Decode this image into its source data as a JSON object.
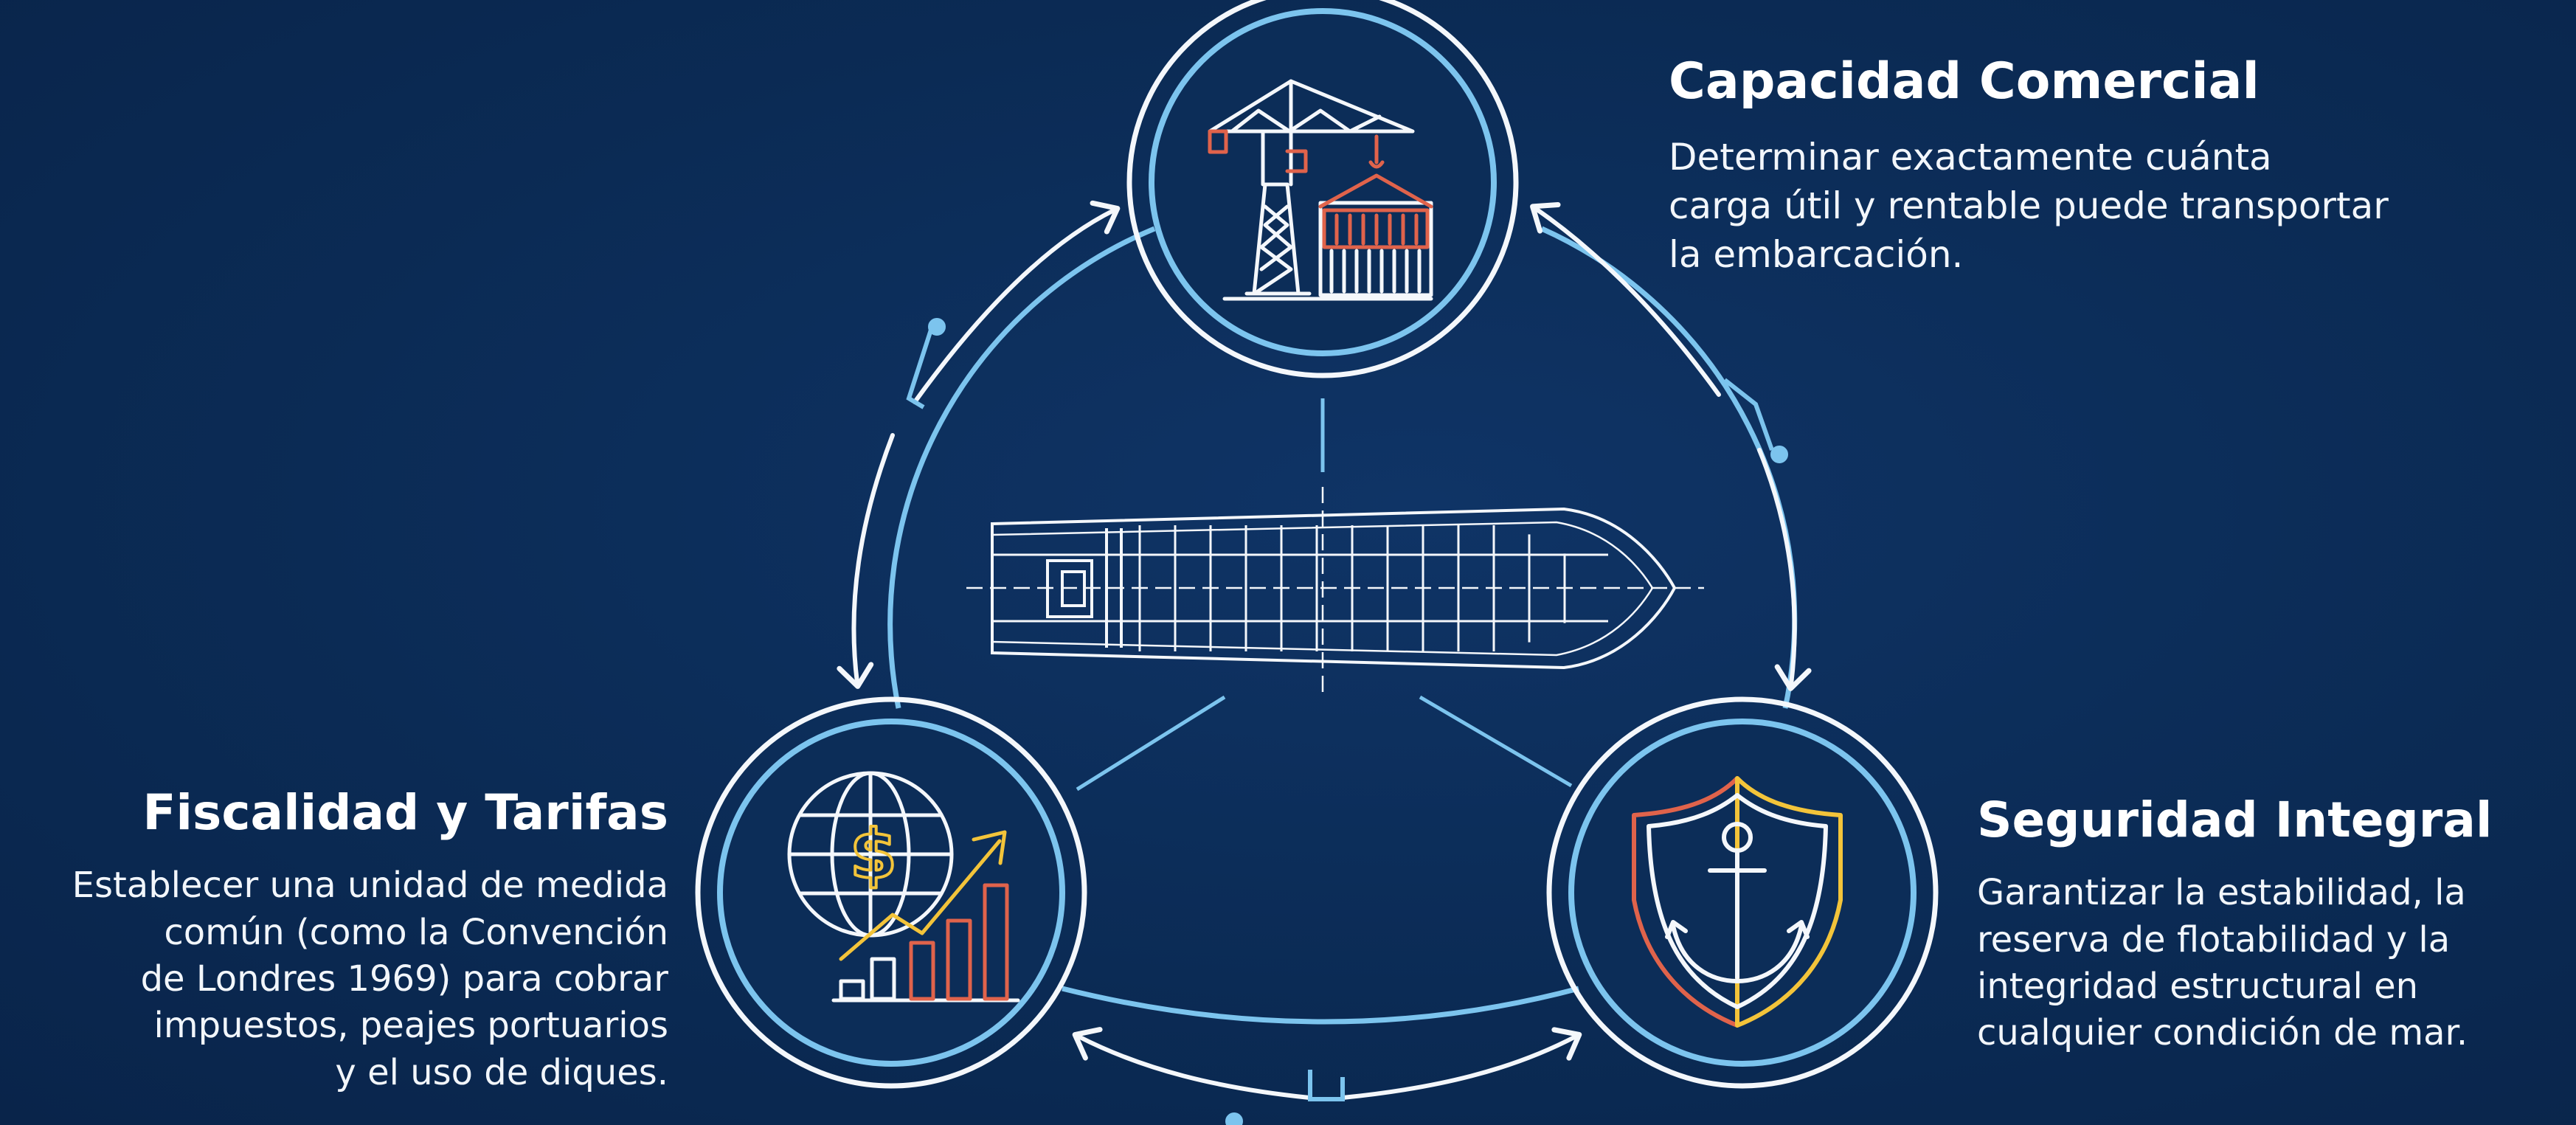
{
  "colors": {
    "background": "#0b2a52",
    "ring_light": "#7cc4ee",
    "ring_white": "#f4f7fb",
    "accent_red": "#e0634b",
    "accent_yellow": "#f3c43a"
  },
  "nodes": [
    {
      "id": "capacidad",
      "icon": "port-crane-container-icon",
      "title": "Capacidad Comercial",
      "body_lines": [
        "Determinar exactamente cuánta",
        "carga útil y rentable puede transportar",
        "la embarcación."
      ]
    },
    {
      "id": "fiscalidad",
      "icon": "globe-dollar-growth-chart-icon",
      "title": "Fiscalidad y Tarifas",
      "body_lines": [
        "Establecer una unidad de medida",
        "común (como la Convención",
        "de Londres 1969) para cobrar",
        "impuestos, peajes portuarios",
        "y el uso de diques."
      ]
    },
    {
      "id": "seguridad",
      "icon": "shield-anchor-icon",
      "title": "Seguridad Integral",
      "body_lines": [
        "Garantizar la estabilidad, la",
        "reserva de flotabilidad y la",
        "integridad estructural en",
        "cualquier condición de mar."
      ]
    }
  ],
  "center_icon": "ship-hull-plan-icon"
}
